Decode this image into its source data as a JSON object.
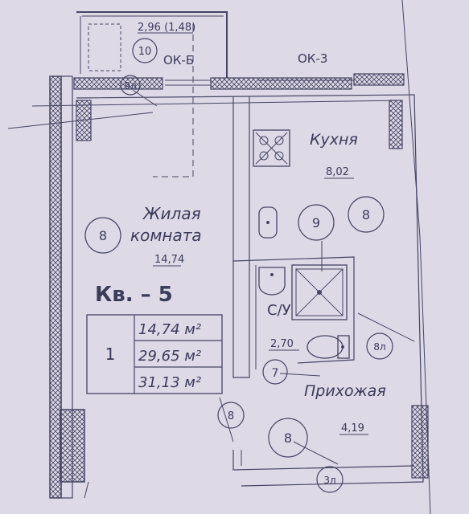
{
  "balcony": {
    "dim_label": "2,96 (1,48)",
    "room_no": "10",
    "window": "ОК-Б"
  },
  "window_right": {
    "label": "ОК-3"
  },
  "kitchen": {
    "name": "Кухня",
    "area": "8,02"
  },
  "living": {
    "name_line1": "Жилая",
    "name_line2": "комната",
    "area": "14,74"
  },
  "bath": {
    "name": "С/У",
    "area": "2,70"
  },
  "hall": {
    "name": "Прихожая",
    "area": "4,19"
  },
  "circles": {
    "balcony_9l": "9л",
    "living_8": "8",
    "kitchen_9": "9",
    "kitchen_8": "8",
    "bath_7": "7",
    "hall_8l": "8л",
    "hall_8": "8",
    "hall_8b": "8",
    "hall_3l": "3л"
  },
  "apartment": {
    "title": "Кв. – 5",
    "rooms_count": "1",
    "area_living": "14,74 м²",
    "area_total": "29,65 м²",
    "area_total_with_balcony": "31,13 м²"
  },
  "colors": {
    "paper": "#ded9e6",
    "ink": "#454563"
  }
}
